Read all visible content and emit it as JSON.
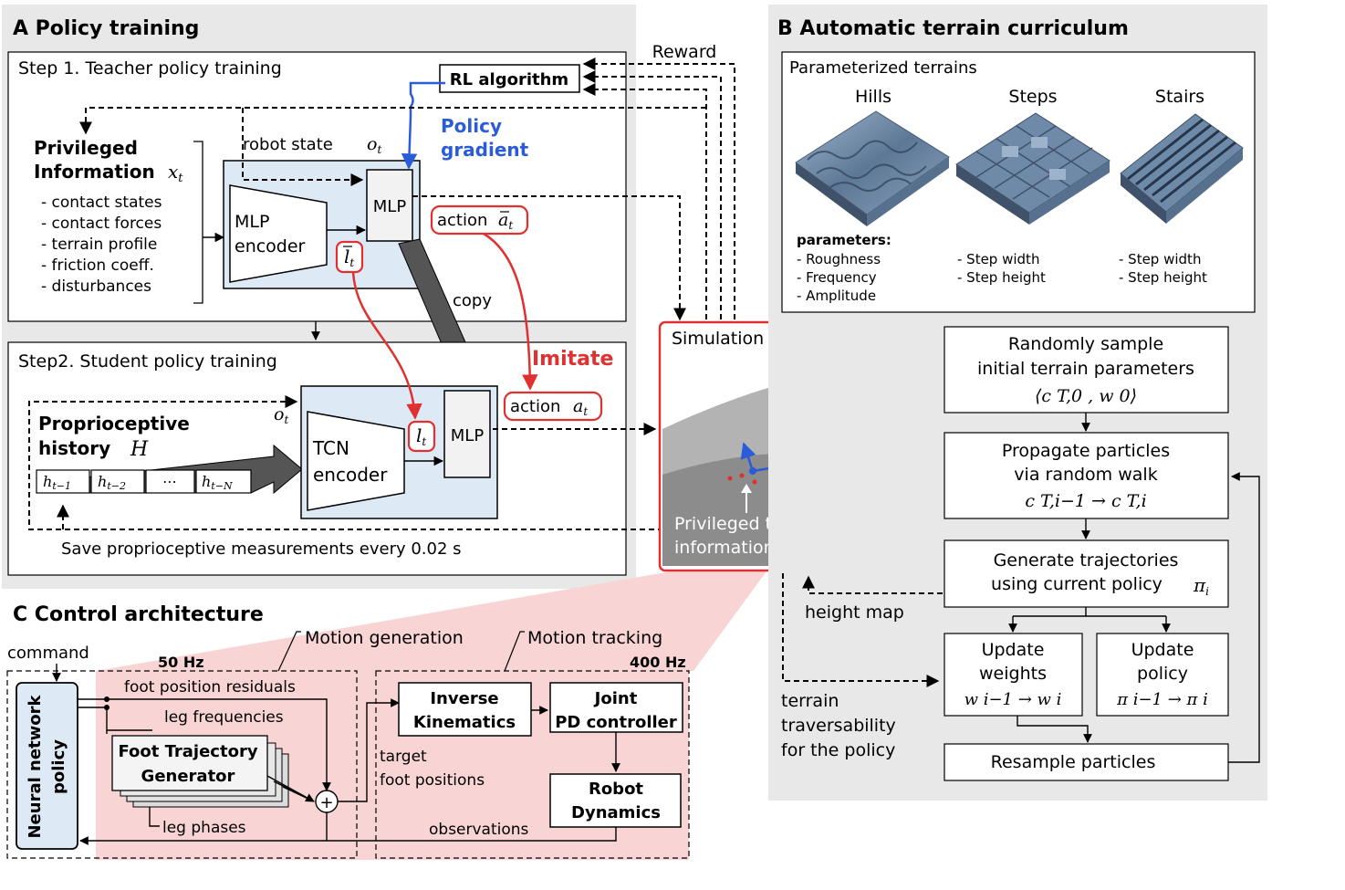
{
  "panel_a": {
    "title": "A Policy training",
    "step1": {
      "title": "Step 1. Teacher policy training",
      "rl_algorithm": "RL algorithm",
      "reward": "Reward",
      "robot_state": "robot state",
      "robot_state_sym": "o",
      "robot_state_sub": "t",
      "policy_gradient_line1": "Policy",
      "policy_gradient_line2": "gradient",
      "privileged_line1": "Privileged",
      "privileged_line2": "Information",
      "privileged_sym": "x",
      "privileged_sub": "t",
      "privileged_items": [
        "- contact states",
        "- contact forces",
        "- terrain profile",
        "- friction coeff.",
        "- disturbances"
      ],
      "mlp_encoder_line1": "MLP",
      "mlp_encoder_line2": "encoder",
      "mlp": "MLP",
      "latent_sym": "l",
      "latent_sub": "t",
      "action_label": "action",
      "action_sym": "a",
      "action_sub": "t",
      "copy": "copy"
    },
    "step2": {
      "title": "Step2. Student policy training",
      "imitate": "Imitate",
      "obs_sym": "o",
      "obs_sub": "t",
      "proprio_line1": "Proprioceptive",
      "proprio_line2": "history",
      "history_sym": "H",
      "history_cells": [
        {
          "sym": "h",
          "sub": "t−1"
        },
        {
          "sym": "h",
          "sub": "t−2"
        },
        {
          "sym": "⋯",
          "sub": ""
        },
        {
          "sym": "h",
          "sub": "t−N"
        }
      ],
      "tcn_line1": "TCN",
      "tcn_line2": "encoder",
      "mlp": "MLP",
      "latent_sym": "l",
      "latent_sub": "t",
      "action_label": "action",
      "action_sym": "a",
      "action_sub": "t",
      "save_note": "Save proprioceptive measurements every 0.02 s"
    }
  },
  "simulation": {
    "title": "Simulation environment",
    "note_line1": "Privileged terrain",
    "note_line2": "information"
  },
  "panel_b": {
    "title": "B Automatic terrain curriculum",
    "param_title": "Parameterized terrains",
    "terrains": [
      {
        "name": "Hills",
        "params_heading": "parameters:",
        "params": [
          "- Roughness",
          "- Frequency",
          "- Amplitude"
        ]
      },
      {
        "name": "Steps",
        "params_heading": "",
        "params": [
          "- Step width",
          "- Step height"
        ]
      },
      {
        "name": "Stairs",
        "params_heading": "",
        "params": [
          "- Step width",
          "- Step height"
        ]
      }
    ],
    "sample_line1": "Randomly sample",
    "sample_line2": "initial terrain parameters",
    "sample_formula": "⟨c T,0 , w 0⟩",
    "propagate_line1": "Propagate particles",
    "propagate_line2": "via random walk",
    "propagate_formula": "c T,i−1 → c T,i",
    "generate_line1": "Generate trajectories",
    "generate_line2": "using current policy",
    "generate_sym": "π",
    "generate_sub": "i",
    "height_map": "height map",
    "update_weights_line1": "Update",
    "update_weights_line2": "weights",
    "update_weights_formula": "w i−1 → w i",
    "update_policy_line1": "Update",
    "update_policy_line2": "policy",
    "update_policy_formula": "π i−1 → π i",
    "traversability_line1": "terrain",
    "traversability_line2": "traversability",
    "traversability_line3": "for the policy",
    "resample": "Resample particles"
  },
  "panel_c": {
    "title": "C Control architecture",
    "command": "command",
    "motion_generation": "Motion generation",
    "motion_tracking": "Motion tracking",
    "rate_50": "50 Hz",
    "rate_400": "400 Hz",
    "nn_line1": "Neural network",
    "nn_line2": "policy",
    "foot_residuals": "foot position residuals",
    "leg_frequencies": "leg frequencies",
    "ftg_line1": "Foot Trajectory",
    "ftg_line2": "Generator",
    "leg_phases": "leg phases",
    "sum": "+",
    "target_line1": "target",
    "target_line2": "foot positions",
    "ik_line1": "Inverse",
    "ik_line2": "Kinematics",
    "pd_line1": "Joint",
    "pd_line2": "PD controller",
    "dyn_line1": "Robot",
    "dyn_line2": "Dynamics",
    "observations": "observations"
  },
  "colors": {
    "panel_bg": "#e8e8e8",
    "blue_box": "#dde9f5",
    "pink": "#f9d4d4",
    "red": "#e03030",
    "blue": "#2a5bd8",
    "terrain": "#6e8aa8"
  }
}
